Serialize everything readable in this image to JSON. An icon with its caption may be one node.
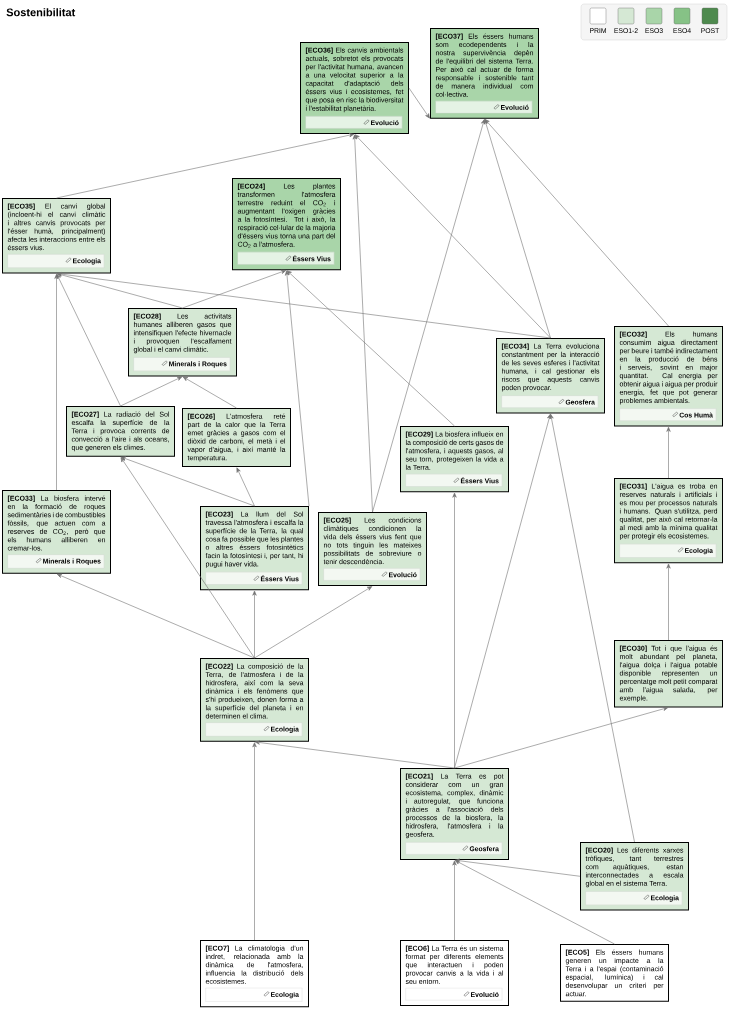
{
  "diagram": {
    "title": "Sostenibilitat",
    "nodes": [
      {
        "text": [
          "**[ECO36]** Els canvis ambientals actuals, sobretot els provocats per l'activitat humana, avancen a una velocitat superior a la capacitat d'adaptació dels éssers vius i ecosistemes, fet que posa en risc la biodiversitat i l'estabilitat planetària.",
          "Evolució"
        ]
      },
      {
        "text": [
          "**[ECO37]** Els éssers humans som ecodependents i la nostra supervivència depèn de l'equilibri del sistema Terra. Per això cal actuar de forma responsable i sostenible tant de manera individual com col·lectiva.",
          "Evolució"
        ]
      },
      {
        "text": [
          "**[ECO35]** El canvi global (incloent-hi el canvi climàtic i altres canvis provocats per l'ésser humà, principalment) afecta les interaccions entre els éssers vius.",
          "Ecologia"
        ]
      },
      {
        "text": [
          "**[ECO24]** Les plantes transformen l'atmosfera terrestre reduint el CO$_{2}$ i augmentant l'oxigen gràcies a la fotosíntesi. Tot i això, la respiració cel·lular de la majoria d'éssers vius torna una part del CO$_{2}$ a l'atmosfera.",
          "Éssers Vius"
        ]
      },
      {
        "text": [
          "**[ECO28]** Les activitats humanes alliberen gasos que intensifiquen l'efecte hivernacle i provoquen l'escalfament global i el canvi climàtic.",
          "Minerals i Roques"
        ]
      },
      {
        "text": [
          "**[ECO34]** La Terra evoluciona constantment per la interacció de les seves esferes i l'activitat humana, i cal gestionar els riscos que aquests canvis poden provocar.",
          "Geosfera"
        ]
      },
      {
        "text": [
          "**[ECO32]** Els humans consumim aigua directament per beure i també indirectament en la producció de béns i serveis, sovint en major quantitat. Cal energia per obtenir aigua i aigua per produir energia, fet que pot generar problemes ambientals.",
          "Cos Humà"
        ]
      },
      {
        "text": [
          "**[ECO27]** La radiació del Sol escalfa la superfície de la Terra i provoca corrents de convecció a l'aire i als oceans, que generen els climes."
        ]
      },
      {
        "text": [
          "**[ECO26]** L'atmosfera reté part de la calor que la Terra emet gràcies a gasos com el diòxid de carboni, el metà i el vapor d'aigua, i així manté la temperatura."
        ]
      },
      {
        "text": [
          "**[ECO29]** La biosfera influeix en la composició de certs gasos de l'atmosfera, i aquests gasos, al seu torn, protegeixen la vida a la Terra.",
          "Éssers Vius"
        ]
      },
      {
        "text": [
          "**[ECO31]** L'aigua es troba en reserves naturals i artificials i es mou per processos naturals i humans. Quan s'utilitza, perd qualitat, per això cal retornar-la al medi amb la mínima qualitat per protegir els ecosistemes.",
          "Ecologia"
        ]
      },
      {
        "text": [
          "**[ECO33]** La biosfera intervé en la formació de roques sedimentàries i de combustibles fòssils, que actuen com a reserves de CO$_{2}$, però que els humans alliberen en cremar-los.",
          "Minerals i Roques"
        ]
      },
      {
        "text": [
          "**[ECO23]** La llum del Sol travessa l'atmosfera i escalfa la superfície de la Terra, la qual cosa fa possible que les plantes o altres éssers fotosintètics facin la fotosíntesi i, per tant, hi pugui haver vida.",
          "Éssers Vius"
        ]
      },
      {
        "text": [
          "**[ECO25]** Les condicions climàtiques condicionen la vida dels éssers vius fent que no tots tinguin les mateixes possibilitats de sobreviure o tenir descendència.",
          "Evolució"
        ]
      },
      {
        "text": [
          "**[ECO30]** Tot i que l'aigua és molt abundant pel planeta, l'aigua dolça i l'aigua potable disponible representen un percentatge molt petit comparat amb l'aigua salada, per exemple."
        ]
      },
      {
        "text": [
          "**[ECO22]** La composició de la Terra, de l'atmosfera i de la hidrosfera, així com la seva dinàmica i els fenòmens que s'hi produeixen, donen forma a la superfície del planeta i en determinen el clima.",
          "Ecologia"
        ]
      },
      {
        "text": [
          "**[ECO21]** La Terra es pot considerar com un gran ecosistema, complex, dinàmic i autoregulat, que funciona gràcies a l'associació dels processos de la biosfera, la hidrosfera, l'atmosfera i la geosfera.",
          "Geosfera"
        ]
      },
      {
        "text": [
          "**[ECO20]** Les diferents xarxes tròfiques, tant terrestres com aquàtiques, estan interconnectades a escala global en el sistema Terra.",
          "Ecologia"
        ]
      },
      {
        "text": [
          "**[ECO7]** La climatologia d'un indret, relacionada amb la dinàmica de l'atmosfera, influencia la distribució dels ecosistemes.",
          "Ecologia"
        ]
      },
      {
        "text": [
          "**[ECO6]** La Terra és un sistema format per diferents elements que interactuen i poden provocar canvis a la vida i al seu entorn.",
          "Evolució"
        ]
      },
      {
        "text": [
          "**[ECO5]** Els éssers humans generen un impacte a la Terra i a l'espai (contaminació espacial, lumínica) i cal desenvolupar un criteri per actuar."
        ]
      }
    ],
    "edges": [
      {
        "from": 2,
        "to": 0,
        "arrow": "to"
      },
      {
        "from": 0,
        "to": 1,
        "arrow": "to"
      },
      {
        "from": 5,
        "to": 0,
        "arrow": "to"
      },
      {
        "from": 13,
        "to": 0,
        "arrow": "to"
      },
      {
        "from": 13,
        "to": 1,
        "arrow": "to"
      },
      {
        "from": 5,
        "to": 1,
        "arrow": "to"
      },
      {
        "from": 6,
        "to": 1,
        "arrow": "to"
      },
      {
        "from": 9,
        "to": 3,
        "arrow": "to"
      },
      {
        "from": 5,
        "to": 2,
        "arrow": "to"
      },
      {
        "from": 11,
        "to": 2,
        "arrow": "to"
      },
      {
        "from": 7,
        "to": 2,
        "arrow": "to"
      },
      {
        "from": 4,
        "to": 2,
        "arrow": "to"
      },
      {
        "from": 4,
        "to": 3,
        "arrow": "to"
      },
      {
        "from": 12,
        "to": 3,
        "arrow": "to"
      },
      {
        "from": 7,
        "to": 4,
        "arrow": "to"
      },
      {
        "from": 8,
        "to": 4,
        "arrow": "to"
      },
      {
        "from": 12,
        "to": 7,
        "arrow": "to"
      },
      {
        "from": 15,
        "to": 7,
        "arrow": "to"
      },
      {
        "from": 12,
        "to": 8,
        "arrow": "to"
      },
      {
        "from": 15,
        "to": 11,
        "arrow": "to"
      },
      {
        "from": 15,
        "to": 12,
        "arrow": "to"
      },
      {
        "from": 15,
        "to": 13,
        "arrow": "to"
      },
      {
        "from": 16,
        "to": 9,
        "arrow": "to"
      },
      {
        "from": 16,
        "to": 5,
        "arrow": "to"
      },
      {
        "from": 17,
        "to": 5,
        "arrow": "to"
      },
      {
        "from": 10,
        "to": 6,
        "arrow": "to"
      },
      {
        "from": 14,
        "to": 10,
        "arrow": "to"
      },
      {
        "from": 16,
        "to": 14,
        "arrow": "to"
      },
      {
        "from": 16,
        "to": 15,
        "arrow": "to"
      },
      {
        "from": 18,
        "to": 15,
        "arrow": "to"
      },
      {
        "from": 17,
        "to": 16,
        "arrow": "to"
      },
      {
        "from": 19,
        "to": 16,
        "arrow": "to"
      },
      {
        "from": 20,
        "to": 16,
        "arrow": "to"
      }
    ],
    "legend": [
      {
        "text": "PRIM",
        "color": "#ffffff"
      },
      {
        "text": "ESO1-2",
        "color": "#d5e8d4"
      },
      {
        "text": "ESO3",
        "color": "#a9d5a9"
      },
      {
        "text": "ESO4",
        "color": "#86c286"
      },
      {
        "text": "POST",
        "color": "#4e8a4e"
      }
    ]
  }
}
